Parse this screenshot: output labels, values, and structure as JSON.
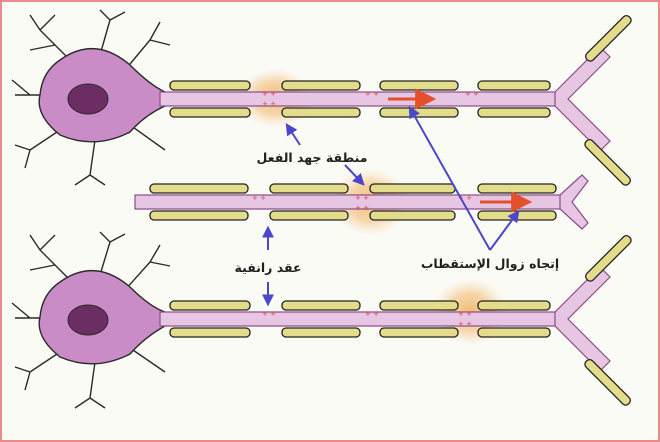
{
  "labels": {
    "action_potential_region": "منطقة جهد الفعل",
    "nodes_of_ranvier": "عقد رانفية",
    "depolarization_direction": "إتجاه زوال الإستقطاب"
  },
  "colors": {
    "axon": "#e7c6e4",
    "axon_edge": "#8b4c86",
    "myelin_fill": "#e3dc8a",
    "myelin_edge": "#222222",
    "cell_body": "#c98cc7",
    "nucleus": "#6b2d62",
    "impulse_glow": "#f1b868",
    "arrow_blue": "#4b47c8",
    "arrow_red": "#e4502c",
    "charge_red": "#d6463a",
    "frame_border": "#e98b8b"
  },
  "icons": [
    "neuron-cell-body-icon",
    "axon-icon",
    "myelin-sheath-icon",
    "node-of-ranvier-icon",
    "action-potential-region-icon",
    "impulse-direction-arrow-icon"
  ]
}
